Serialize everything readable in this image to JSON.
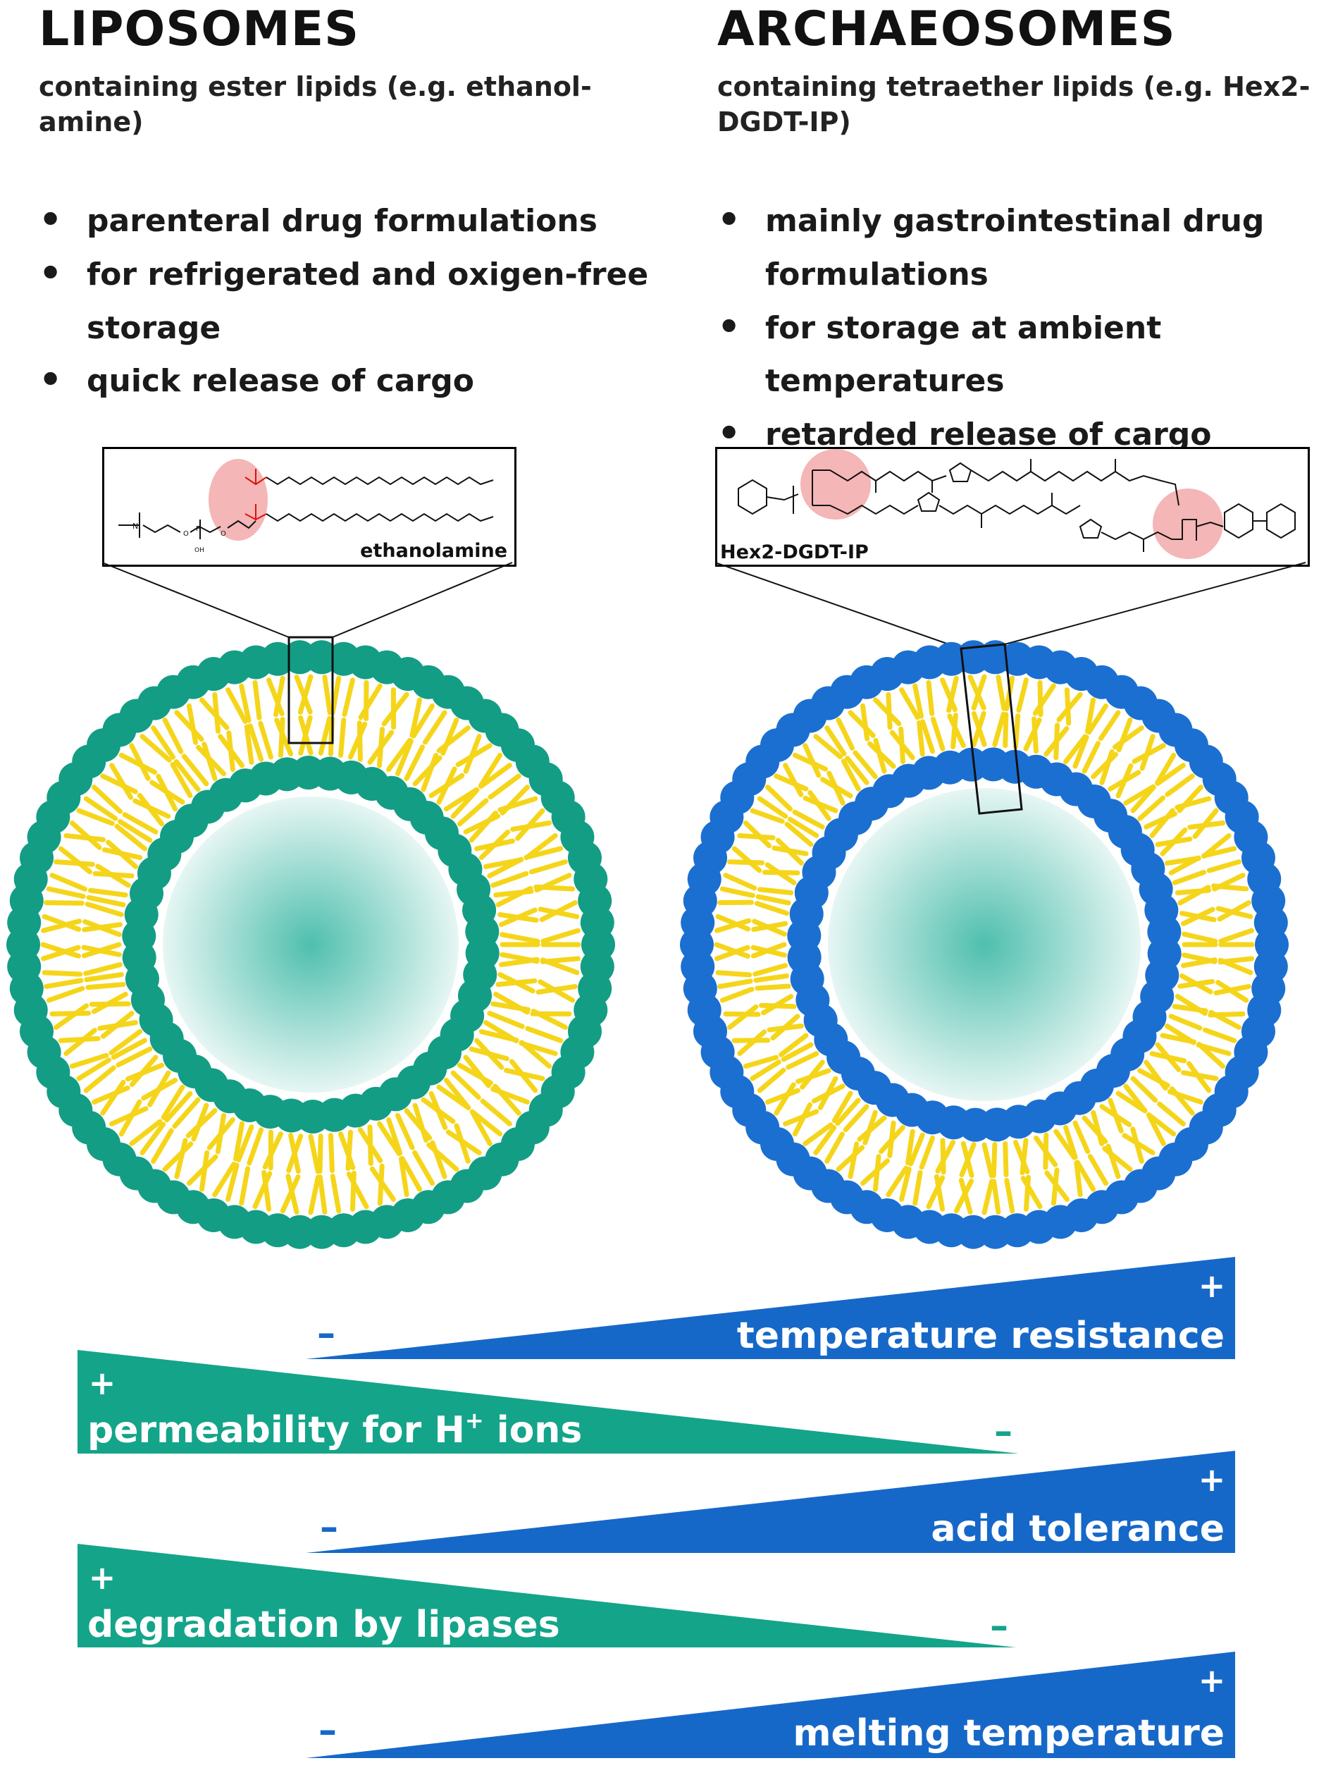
{
  "liposomes": {
    "title": "LIPOSOMES",
    "subtitle_line1": "containing ester lipids (e.g. ethanol-",
    "subtitle_line2": "amine)",
    "bullets": [
      "parenteral drug formulations",
      "for refrigerated and oxigen-free storage",
      "quick release of cargo"
    ],
    "structure_label": "ethanolamine",
    "headgroup_color": "#139d85"
  },
  "archaeosomes": {
    "title": "ARCHAEOSOMES",
    "subtitle_line1": "containing tetraether lipids (e.g. Hex2-",
    "subtitle_line2": "DGDT-IP)",
    "bullets": [
      "mainly gastrointestinal drug formulations",
      "for storage at ambient temperatures",
      "retarded release of cargo"
    ],
    "structure_label": "Hex2-DGDT-IP",
    "headgroup_color": "#1b6fd0"
  },
  "colors": {
    "tail": "#f5d51a",
    "highlight": "#f4b6b6",
    "lumen": "#5cc3b3",
    "green_wedge": "#14a48a",
    "blue_wedge": "#1668c8"
  },
  "gauges": [
    {
      "label": "temperature resistance",
      "side": "archaeosomes",
      "plus": "+",
      "minus": "–"
    },
    {
      "label": "permeability for H",
      "sup": "+",
      "label_suffix": " ions",
      "side": "liposomes",
      "plus": "+",
      "minus": "–"
    },
    {
      "label": "acid tolerance",
      "side": "archaeosomes",
      "plus": "+",
      "minus": "–"
    },
    {
      "label": "degradation by lipases",
      "side": "liposomes",
      "plus": "+",
      "minus": "–"
    },
    {
      "label": "melting temperature",
      "side": "archaeosomes",
      "plus": "+",
      "minus": "–"
    }
  ]
}
